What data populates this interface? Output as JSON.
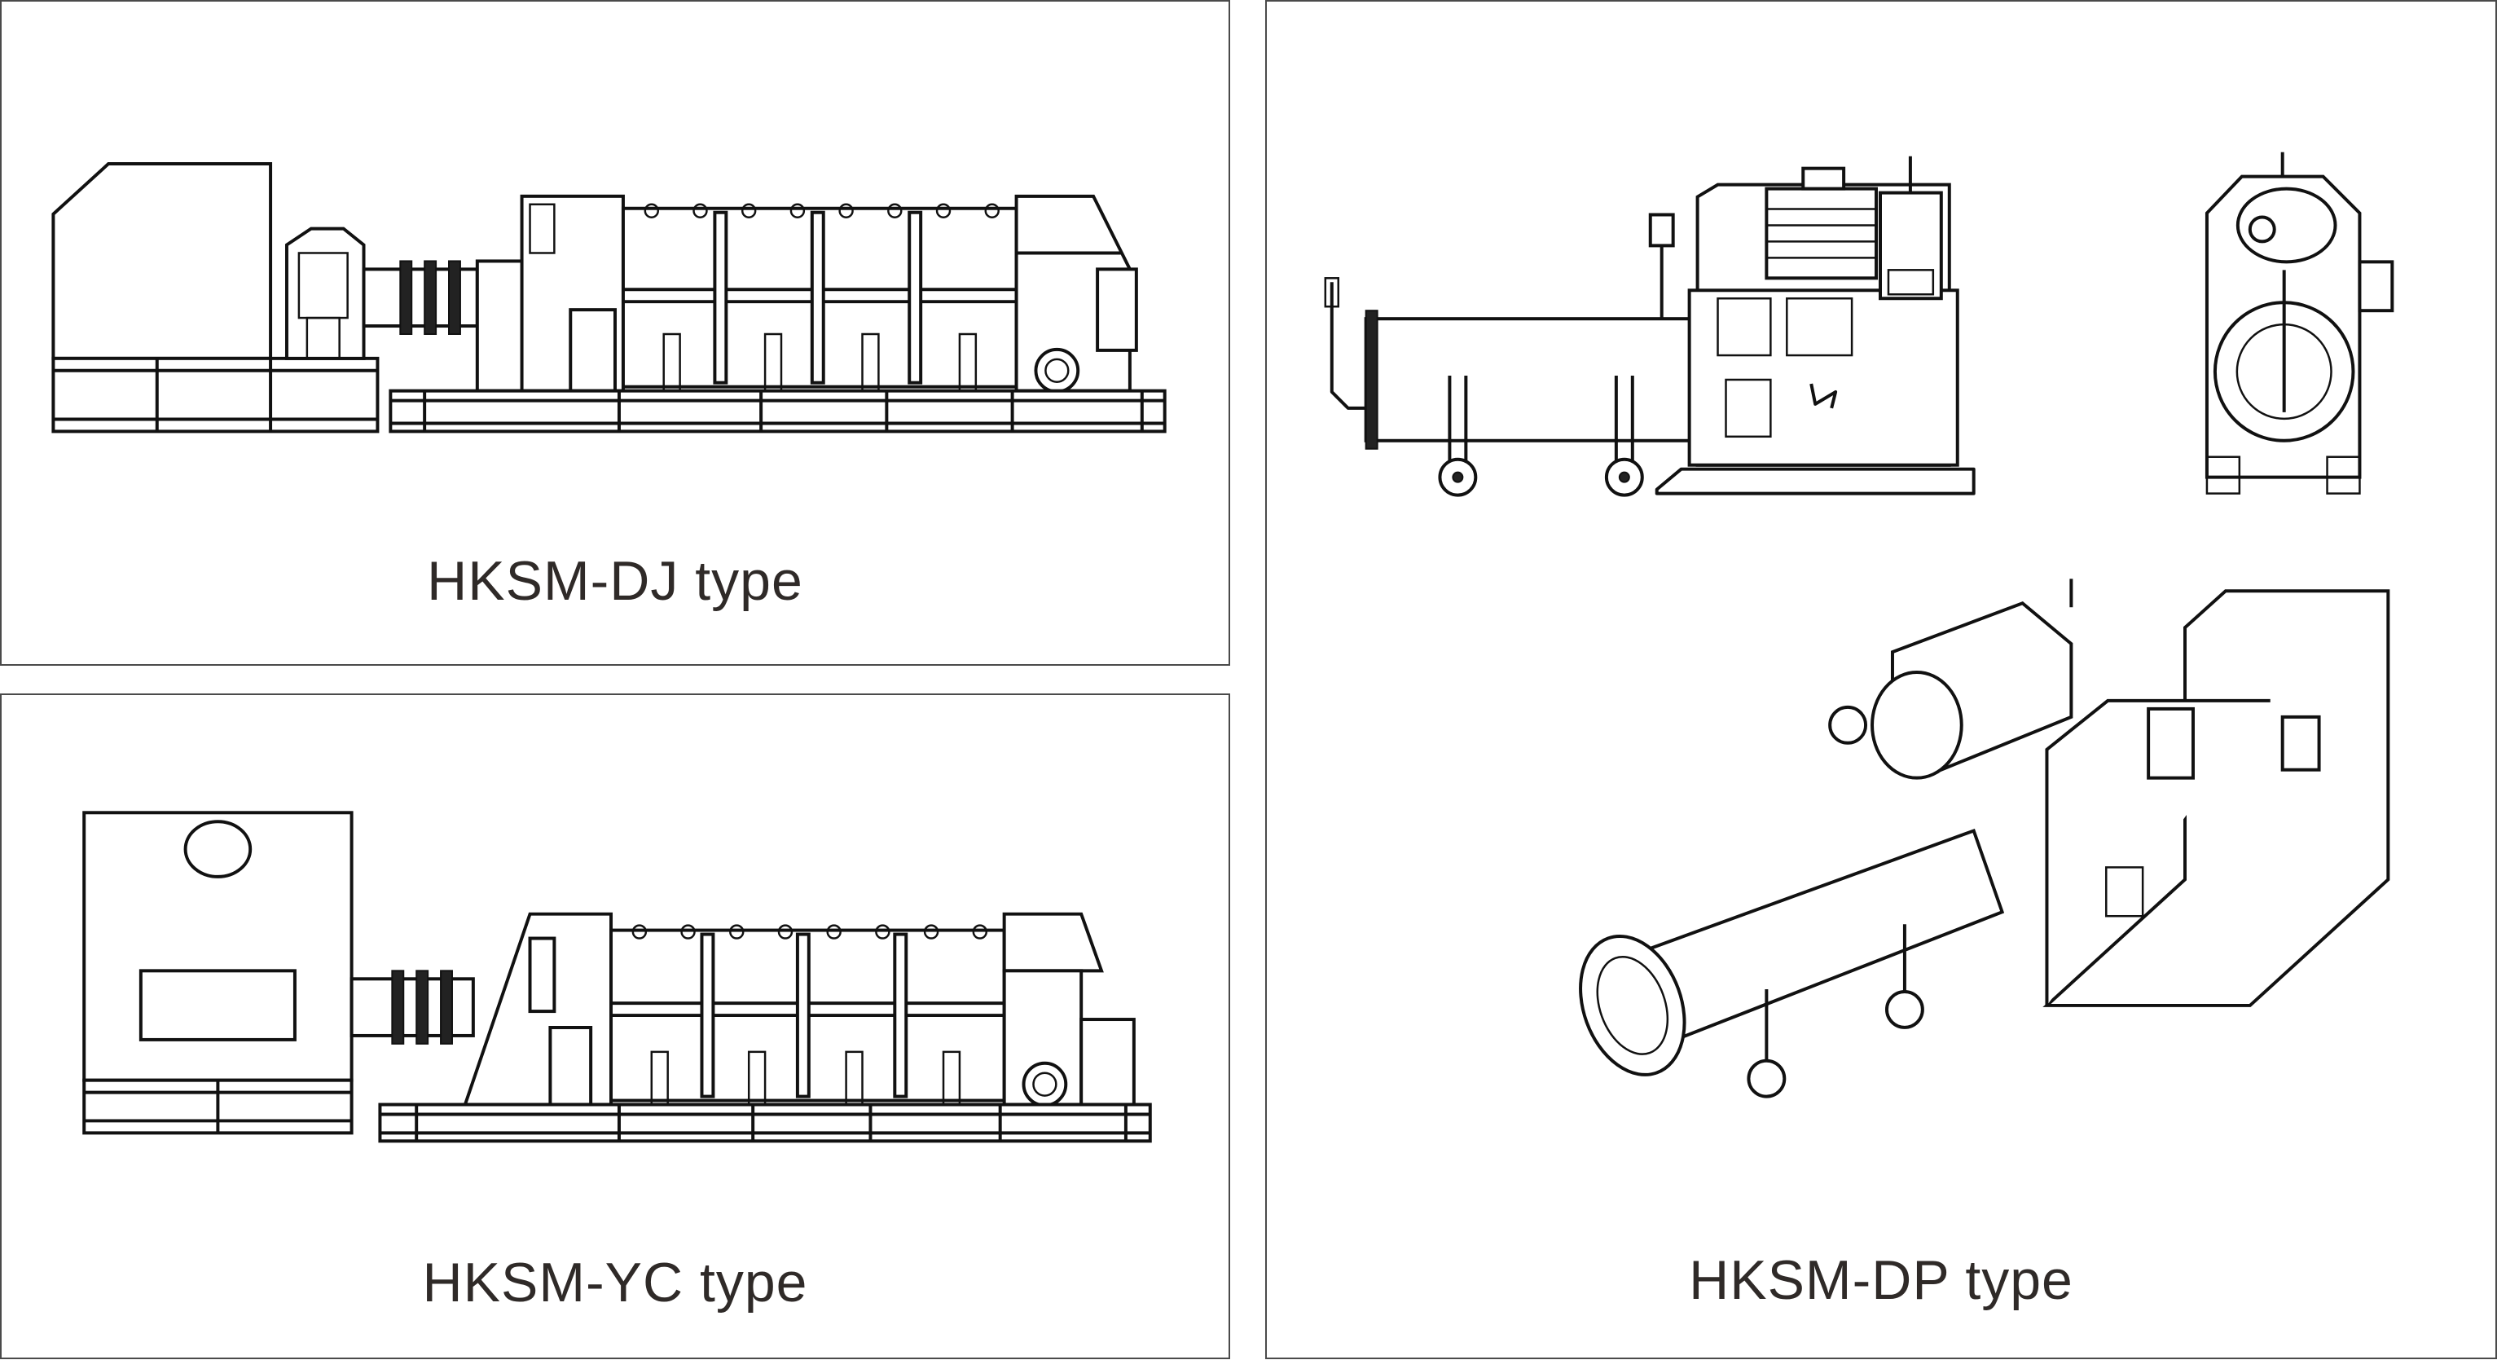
{
  "panels": {
    "dj": {
      "caption": "HKSM-DJ type"
    },
    "yc": {
      "caption": "HKSM-YC type"
    },
    "dp": {
      "caption": "HKSM-DP type"
    }
  }
}
